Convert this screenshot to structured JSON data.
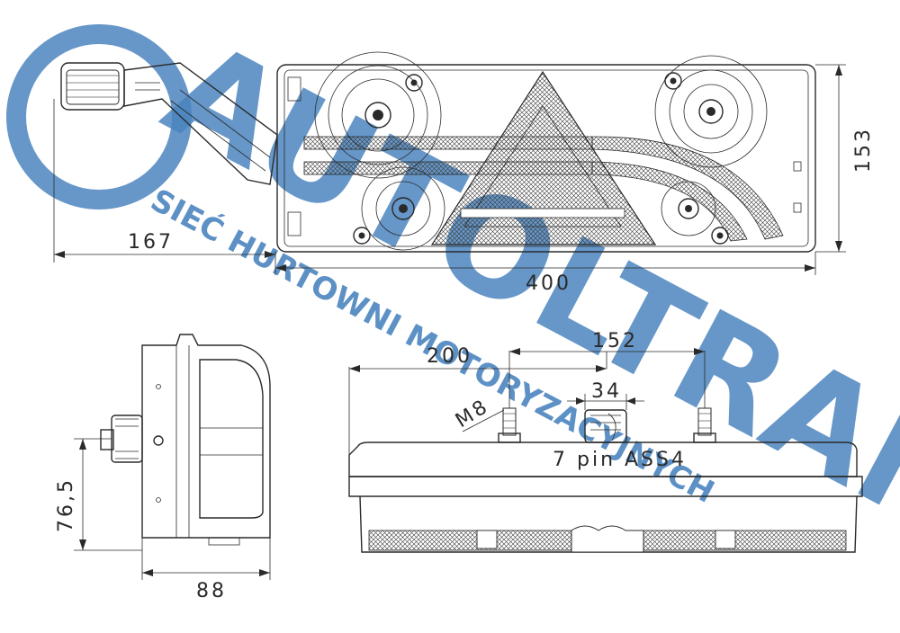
{
  "watermark": {
    "brand": "AUTOLTRANS",
    "tagline": "SIEĆ HURTOWNI MOTORYZACYJNYCH",
    "color": "#2b6fb3"
  },
  "dimensions": {
    "bracket_width": "167",
    "total_width": "400",
    "height": "153",
    "mounting_height": "76,5",
    "depth": "88",
    "bolt_offset": "200",
    "bolt_spacing": "152",
    "connector_width": "34",
    "thread": "M8",
    "connector_label": "7 pin ASS4"
  }
}
